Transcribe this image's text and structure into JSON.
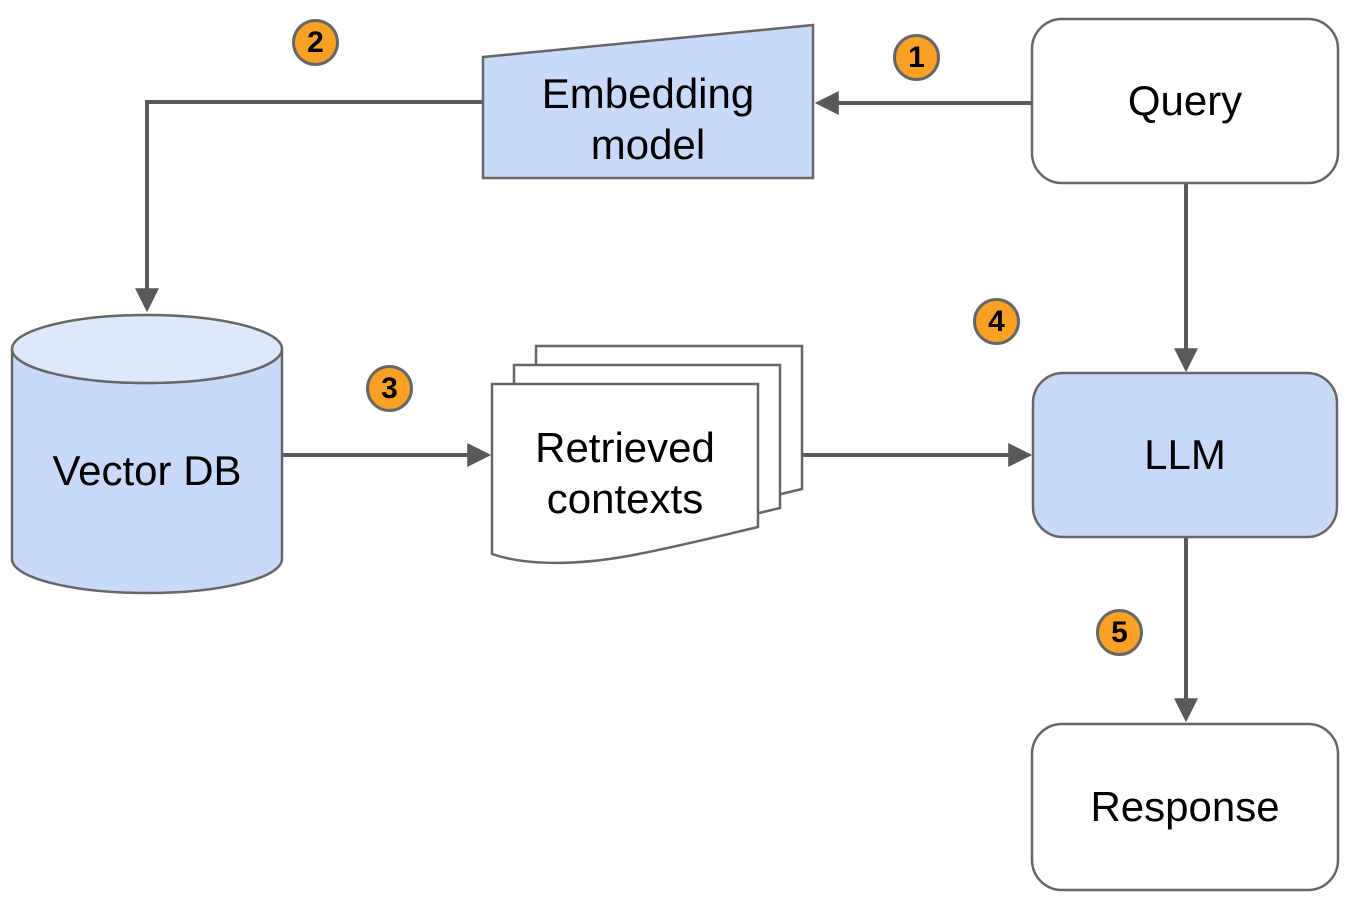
{
  "diagram": {
    "type": "flowchart",
    "nodes": {
      "query": {
        "label": "Query",
        "shape": "rounded-rectangle",
        "fill": "#ffffff"
      },
      "embedding_model": {
        "label": "Embedding model",
        "shape": "slanted-rectangle",
        "fill": "#c9daf8"
      },
      "vector_db": {
        "label": "Vector DB",
        "shape": "cylinder",
        "fill": "#c9daf8"
      },
      "retrieved_contexts": {
        "label": "Retrieved contexts",
        "shape": "stacked-documents",
        "fill": "#ffffff"
      },
      "llm": {
        "label": "LLM",
        "shape": "rounded-rectangle",
        "fill": "#c9daf8"
      },
      "response": {
        "label": "Response",
        "shape": "rounded-rectangle",
        "fill": "#ffffff"
      }
    },
    "steps": [
      "1",
      "2",
      "3",
      "4",
      "5"
    ],
    "colors": {
      "node_blue": "#c9daf8",
      "cylinder_top_blue": "#dde8fb",
      "badge_orange": "#f9a125",
      "outline_gray": "#666666",
      "arrow_gray": "#595959",
      "text_black": "#000000",
      "background": "#ffffff"
    }
  }
}
